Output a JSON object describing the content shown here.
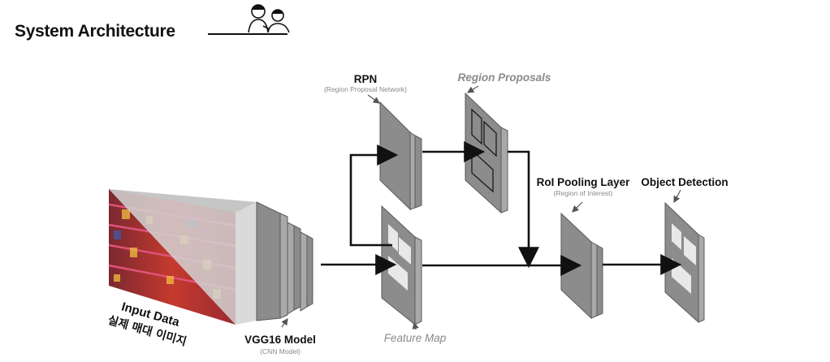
{
  "header": {
    "title": "System Architecture"
  },
  "labels": {
    "rpn": "RPN",
    "rpn_sub": "(Region Proposal Network)",
    "region_proposals": "Region Proposals",
    "roi": "RoI Pooling Layer",
    "roi_sub": "(Region of Interest)",
    "object_detection": "Object Detection",
    "vgg": "VGG16 Model",
    "vgg_sub": "(CNN Model)",
    "feature_map": "Feature Map",
    "input_line1": "Input Data",
    "input_line2": "실제 매대 이미지"
  },
  "colors": {
    "layer_face": "#8c8c8c",
    "layer_side": "#a9a9a9",
    "layer_edge": "#5a5a5a",
    "box": "#e8e8e8",
    "text_main": "#111111",
    "text_sub": "#888888",
    "shelf_red": "#d23a2f",
    "shelf_pink": "#e0527a"
  },
  "icons": {
    "header_illustration": "two-people-icon"
  }
}
